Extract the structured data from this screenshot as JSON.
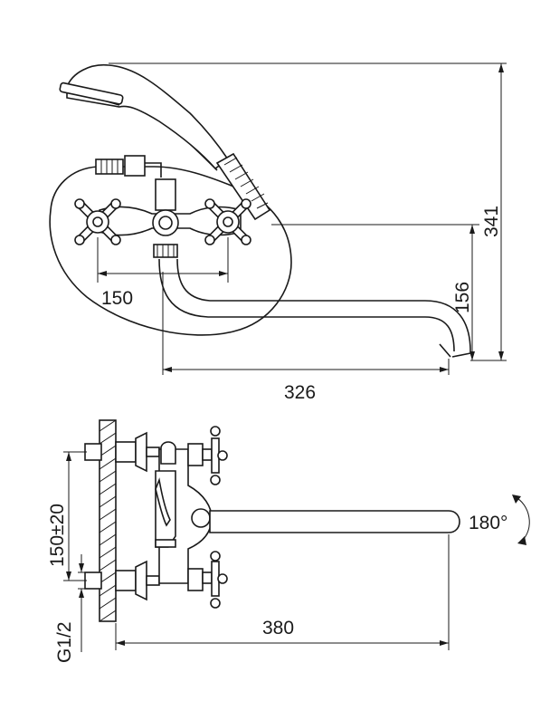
{
  "top_view": {
    "dim_handle_spacing": "150",
    "dim_spout_height": "156",
    "dim_total_height": "341",
    "dim_spout_reach": "326"
  },
  "side_view": {
    "dim_center_distance": "150±20",
    "dim_thread": "G1/2",
    "dim_spout_length": "380",
    "dim_rotation": "180°"
  },
  "colors": {
    "line": "#1a1a1a",
    "background": "#ffffff"
  }
}
